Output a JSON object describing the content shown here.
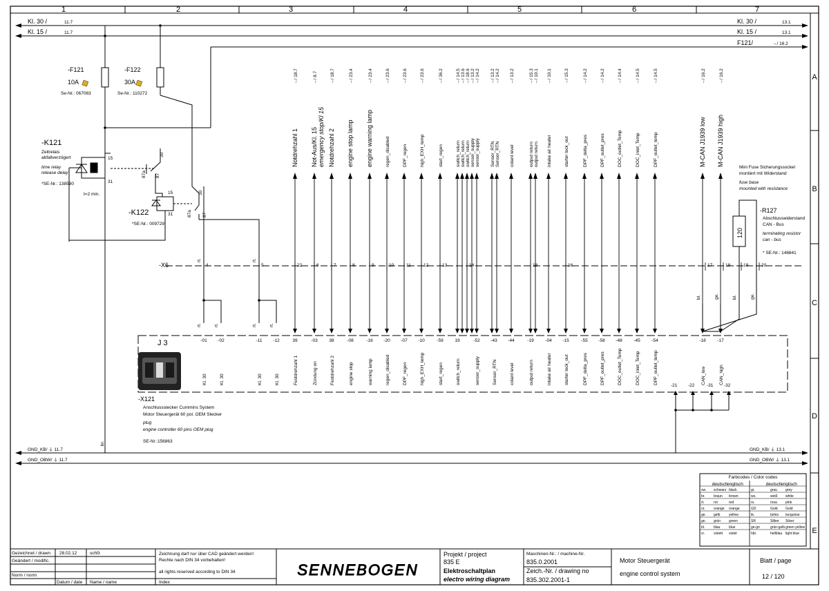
{
  "columns": [
    "1",
    "2",
    "3",
    "4",
    "5",
    "6",
    "7"
  ],
  "rows": [
    "A",
    "B",
    "C",
    "D",
    "E"
  ],
  "rails": {
    "kl30": {
      "left": "Kl. 30 /",
      "left_ref": "11.7",
      "right": "Kl. 30 /",
      "right_ref": "13.1"
    },
    "kl15": {
      "left": "Kl. 15 /",
      "left_ref": "11.7",
      "right": "Kl. 15 /",
      "right_ref": "13.1"
    },
    "f121": {
      "right": "F121/",
      "right_ref": "→/ 16.2"
    },
    "gnd_kb": {
      "left": "GND_KB/ ⏚ 11.7",
      "right": "GND_KB/ ⏚ 13.1"
    },
    "gnd_obw": {
      "left": "GND_OBW/ ⏚ 11.7",
      "right": "GND_OBW/ ⏚ 13.1"
    }
  },
  "fuses": [
    {
      "tag": "-F121",
      "rating": "10A",
      "se": "Se-Nr.: 067083"
    },
    {
      "tag": "-F122",
      "rating": "30A",
      "se": "Se-Nr.: 110272"
    }
  ],
  "relays": {
    "k121": {
      "tag": "-K121",
      "de1": "Zeitrelais",
      "de2": "abfallverzögert",
      "en1": "time relay",
      "en2": "release delay",
      "se": "*SE-Nr.: 138590",
      "time": "t=2 min.",
      "pins": [
        "15",
        "31",
        "30",
        "87a",
        "87"
      ]
    },
    "k122": {
      "tag": "-K122",
      "se": "*SE-Nr.: 009729",
      "pins": [
        "15",
        "31",
        "30",
        "87a",
        "87"
      ]
    }
  },
  "x6": {
    "label": "-X6",
    "pins": [
      "4",
      "5",
      "22",
      "6",
      "7",
      "8",
      "9",
      "10",
      "11",
      "12",
      "13",
      "14",
      "18",
      "16",
      "17",
      "18",
      "19",
      "20"
    ]
  },
  "wire_colors": {
    "rt": "rt.",
    "bl": "bl.",
    "ge": "ge.",
    "br": "br."
  },
  "signals_top": [
    {
      "ref": "→/ 18.7",
      "label": "Notdrehzahl 1"
    },
    {
      "ref": "→/ 8.7",
      "label": "Not-Aus/Kl. 15",
      "label2": "emergency stop/Kl 15"
    },
    {
      "ref": "→/ 18.7",
      "label": "Notdrehzahl 2"
    },
    {
      "ref": "→/ 23.4",
      "label": "engine stop lamp"
    },
    {
      "ref": "→/ 23.4",
      "label": "engine warning lamp"
    },
    {
      "ref": "→/ 23.6",
      "label": "regen_disabled"
    },
    {
      "ref": "→/ 23.6",
      "label": "DPF_regen"
    },
    {
      "ref": "→/ 23.6",
      "label": "high_EXH_temp"
    },
    {
      "ref": "→/ 36.2",
      "label": "start_regen"
    },
    {
      "ref": "→/ 14.5",
      "label": "switch_return"
    },
    {
      "ref": "→/ 13.6",
      "label": "switch_return"
    },
    {
      "ref": "→/ 18.6",
      "label": "switch_return"
    },
    {
      "ref": "→/ 13.2",
      "label": "sensor_supply"
    },
    {
      "ref": "→/ 14.2",
      "label": "sensor_supply"
    },
    {
      "ref": "→/ 13.2",
      "label": "Sensor_RTN"
    },
    {
      "ref": "→/ 14.2",
      "label": "Sensor_RTN"
    },
    {
      "ref": "→/ 13.2",
      "label": "colant level"
    },
    {
      "ref": "→/ 15.3",
      "label": "output return"
    },
    {
      "ref": "→/ 10.1",
      "label": "output return"
    },
    {
      "ref": "→/ 10.1",
      "label": "intake air heater"
    },
    {
      "ref": "→/ 15.3",
      "label": "starter lock_out"
    },
    {
      "ref": "→/ 14.2",
      "label": "DPF_delta_pres"
    },
    {
      "ref": "→/ 14.2",
      "label": "DPF_outlet_pres"
    },
    {
      "ref": "→/ 14.4",
      "label": "DOC_outlet_Temp"
    },
    {
      "ref": "→/ 14.5",
      "label": "DOC_inlet_Temp"
    },
    {
      "ref": "→/ 14.5",
      "label": "DPF_outlet_temp"
    },
    {
      "ref": "→/ 16.2",
      "label": "M-CAN J1939 low"
    },
    {
      "ref": "→/ 16.2",
      "label": "M-CAN J1939 high"
    }
  ],
  "plug_pins": [
    {
      "pin": "-01",
      "label": "Kl. 30"
    },
    {
      "pin": "-02",
      "label": "Kl. 30"
    },
    {
      "pin": "-11",
      "label": "Kl. 30"
    },
    {
      "pin": "-12",
      "label": "Kl. 30"
    },
    {
      "pin": "39",
      "label": "Festdrehzahl 1"
    },
    {
      "pin": "-03",
      "label": "Zündung on"
    },
    {
      "pin": "38",
      "label": "Festdrehzahl 2"
    },
    {
      "pin": "-08",
      "label": "engine stop"
    },
    {
      "pin": "-16",
      "label": "warning lamp"
    },
    {
      "pin": "-20",
      "label": "regen_disabled"
    },
    {
      "pin": "-07",
      "label": "DPF_regen"
    },
    {
      "pin": "-10",
      "label": "high_EXH_temp"
    },
    {
      "pin": "-59",
      "label": "start_regen"
    },
    {
      "pin": "19",
      "label": "switch_return"
    },
    {
      "pin": "-52",
      "label": "sensor_supply"
    },
    {
      "pin": "-43",
      "label": "Sensor_RTN"
    },
    {
      "pin": "-44",
      "label": "colant level"
    },
    {
      "pin": "-19",
      "label": "output return"
    },
    {
      "pin": "-04",
      "label": "intake air heater"
    },
    {
      "pin": "-15",
      "label": "starter lock_out"
    },
    {
      "pin": "-55",
      "label": "DPF_delta_pres"
    },
    {
      "pin": "-58",
      "label": "DPF_outlet_pres"
    },
    {
      "pin": "-48",
      "label": "DOC_outlet_Temp"
    },
    {
      "pin": "-45",
      "label": "DOC_inlet_Temp"
    },
    {
      "pin": "-54",
      "label": "DPF_outlet_temp"
    },
    {
      "pin": "-18",
      "label": "CAN_low"
    },
    {
      "pin": "-17",
      "label": "CAN_high"
    }
  ],
  "ground_pins": [
    "-21",
    "-22",
    "-31",
    "-32"
  ],
  "connector": {
    "tag": "J 3",
    "part": "-X121",
    "de1": "Anschlussstecker   Cummins System",
    "de2": "Motor Steuergerät 60 pol. OEM Stecker",
    "en1": "plug",
    "en2": "engine controller 60 pins OEM plug",
    "se": "SE-Nr.:156863"
  },
  "resistor": {
    "de1": "Mini Fuse Sicherungssockel",
    "de2": "montiert mit Widerstand",
    "en1": "fuse base",
    "en2": "mounted with resistance",
    "tag": "-R127",
    "de3": "Abschlusswiderstand",
    "de4": "CAN - Bus",
    "en3": "terminating resistor",
    "en4": "can - bus",
    "se": "* SE-Nr.: 146841",
    "value": "120"
  },
  "color_codes": {
    "title": "Farbcodes / Color codes",
    "headers": [
      "deutsch",
      "englisch",
      "deutsch",
      "englisch"
    ],
    "rows": [
      [
        "sw.",
        "schwarz",
        "black",
        "gr.",
        "grau",
        "grey"
      ],
      [
        "br.",
        "braun",
        "brown",
        "ws.",
        "weiß",
        "white"
      ],
      [
        "rt.",
        "rot",
        "red",
        "rs.",
        "rosa",
        "pink"
      ],
      [
        "or.",
        "orange",
        "orange",
        "GD",
        "Gold",
        "Gold"
      ],
      [
        "ge.",
        "gelb",
        "yellow",
        "tk.",
        "türkis",
        "turquoise"
      ],
      [
        "gn.",
        "grün",
        "green",
        "SR",
        "Silber",
        "Silver"
      ],
      [
        "bl.",
        "blau",
        "blue",
        "ge-gn",
        "grün-gelb",
        "green yellow"
      ],
      [
        "vi.",
        "violett",
        "violet",
        "hbl.",
        "hellblau",
        "light blue"
      ]
    ]
  },
  "title_block": {
    "drawn_label": "Gezeichnet / drawn",
    "drawn_date": "28.02.12",
    "drawn_name": "schfz",
    "modified_label": "Geändert / modific.",
    "norm_label": "Norm / norm",
    "date_label": "Datum / date",
    "name_label": "Name / name",
    "notice1": "Zeichnung darf nur  über CAD geändert werden!",
    "notice2": "Rechte nach DIN 34 vorbehalten!",
    "notice3": "all rights reserved according to DIN 34",
    "index": "Index",
    "logo": "SENNEBOGEN",
    "project_label": "Projekt / project",
    "project": "835 E",
    "type_de": "Elektroschaltplan",
    "type_en": "electro wiring diagram",
    "machine_label": "Maschinen-Nr.:  / machine-Nr.",
    "machine": "835.0.2001",
    "drawing_label": "Zeich.-Nr. / drawing no",
    "drawing": "835.302.2001-1",
    "title_de": "Motor Steuergerät",
    "title_en": "engine control system",
    "sheet_label": "Blatt / page",
    "sheet": "12 / 120"
  }
}
